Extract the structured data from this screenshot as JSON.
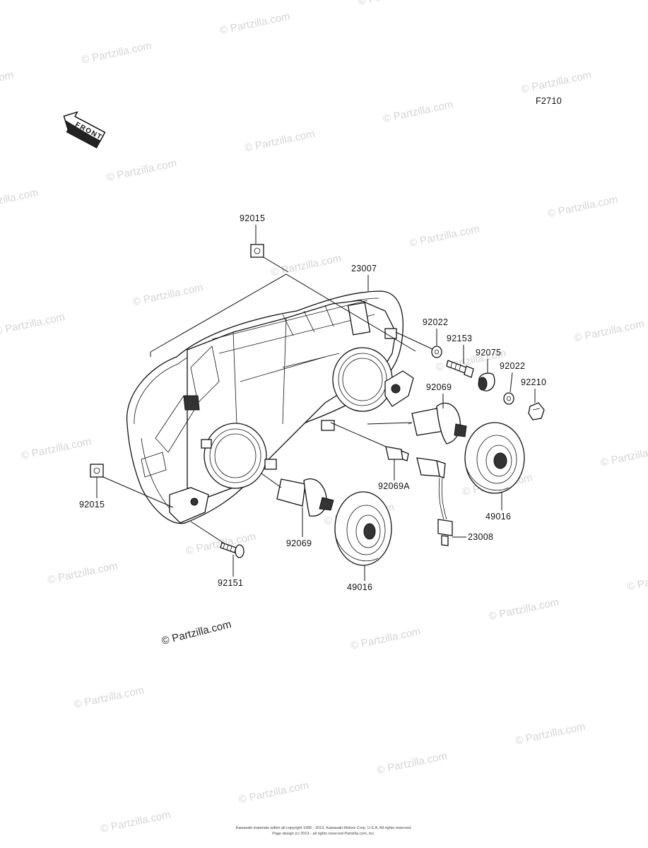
{
  "figure_code": "F2710",
  "front_label": "FRONT",
  "copyright_stamp": "© Partzilla.com",
  "watermark_text": "© Partzilla.com",
  "footer": {
    "line1": "Kawasaki materials within all copyright 1995 - 2013, Kawasaki Motors Corp. U.S.A. All rights reserved.",
    "line2": "Page design (c) 2013 - all rights reserved Partzilla.com, Inc."
  },
  "parts": [
    {
      "id": "p-92015-top",
      "number": "92015"
    },
    {
      "id": "p-23007",
      "number": "23007"
    },
    {
      "id": "p-92022-a",
      "number": "92022"
    },
    {
      "id": "p-92153",
      "number": "92153"
    },
    {
      "id": "p-92075",
      "number": "92075"
    },
    {
      "id": "p-92022-b",
      "number": "92022"
    },
    {
      "id": "p-92210",
      "number": "92210"
    },
    {
      "id": "p-92069-right",
      "number": "92069"
    },
    {
      "id": "p-92069a",
      "number": "92069A"
    },
    {
      "id": "p-49016-right",
      "number": "49016"
    },
    {
      "id": "p-23008",
      "number": "23008"
    },
    {
      "id": "p-92015-left",
      "number": "92015"
    },
    {
      "id": "p-92069-left",
      "number": "92069"
    },
    {
      "id": "p-92151",
      "number": "92151"
    },
    {
      "id": "p-49016-left",
      "number": "49016"
    }
  ],
  "colors": {
    "line": "#111111",
    "watermark": "#d4d4d4"
  }
}
